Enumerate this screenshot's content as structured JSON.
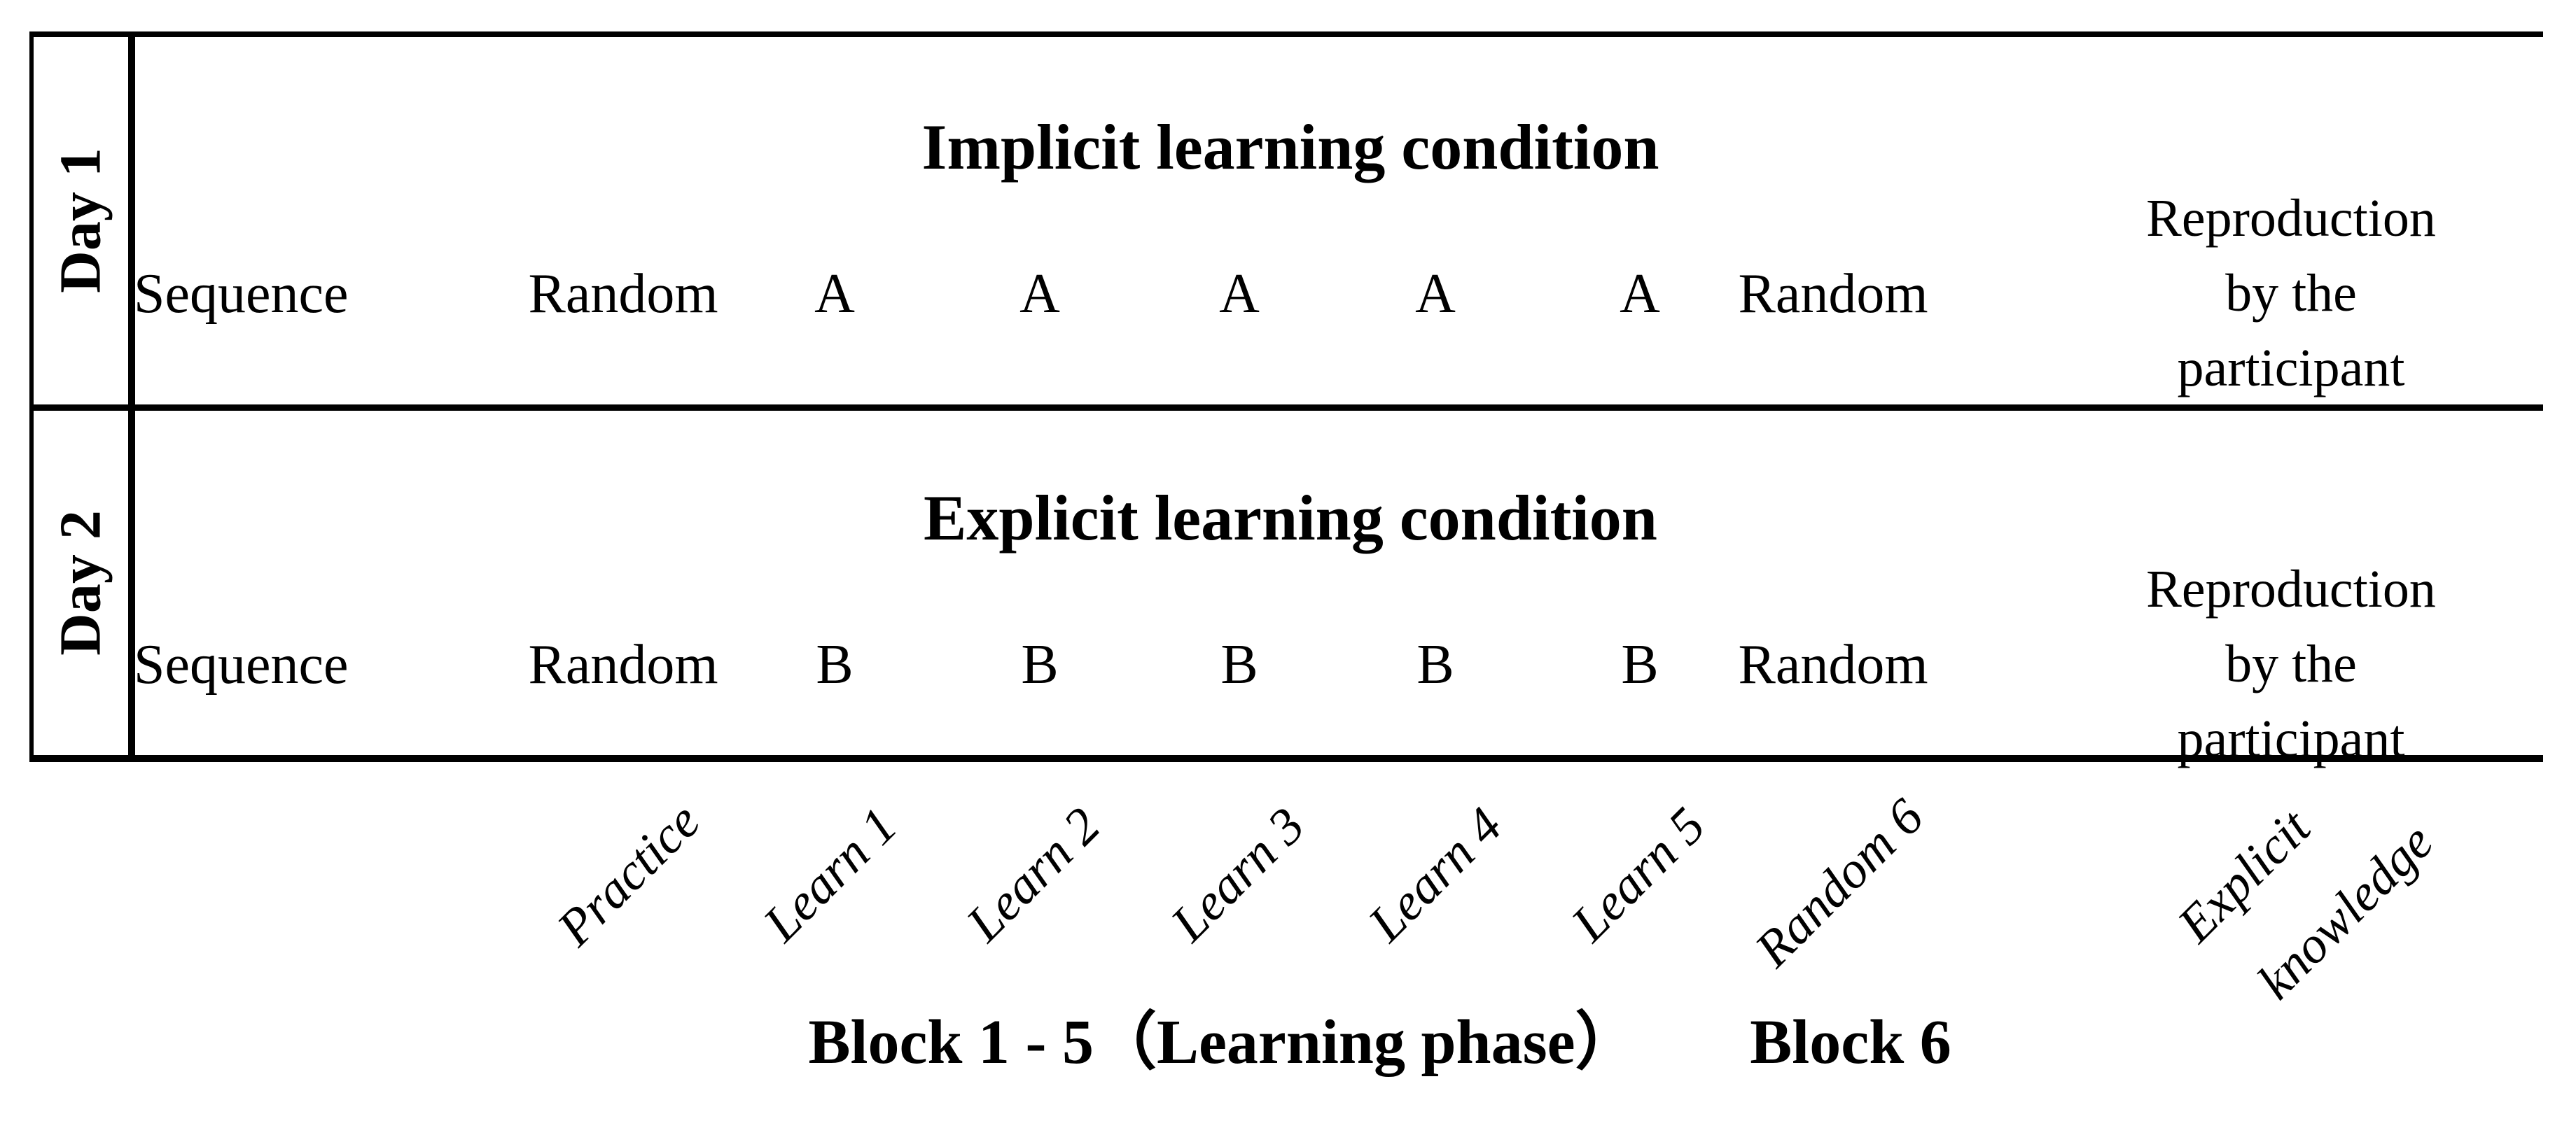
{
  "table": {
    "day1": {
      "row_label": "Day 1",
      "title": "Implicit learning condition",
      "sequence_label": "Sequence",
      "blocks": [
        "Random",
        "A",
        "A",
        "A",
        "A",
        "A",
        "Random"
      ],
      "outcome": [
        "Reproduction",
        "by the",
        "participant"
      ]
    },
    "day2": {
      "row_label": "Day 2",
      "title": "Explicit learning condition",
      "sequence_label": "Sequence",
      "blocks": [
        "Random",
        "B",
        "B",
        "B",
        "B",
        "B",
        "Random"
      ],
      "outcome": [
        "Reproduction",
        "by the",
        "participant"
      ]
    }
  },
  "block_labels": [
    "Practice",
    "Learn 1",
    "Learn 2",
    "Learn 3",
    "Learn 4",
    "Learn 5",
    "Random 6"
  ],
  "knowledge_label": {
    "line1": "Explicit",
    "line2": "knowledge"
  },
  "caption": {
    "learning_phase": "Block 1 - 5（Learning phase）",
    "block6": "Block 6"
  },
  "colors": {
    "ink": "#000000",
    "background": "#ffffff"
  }
}
